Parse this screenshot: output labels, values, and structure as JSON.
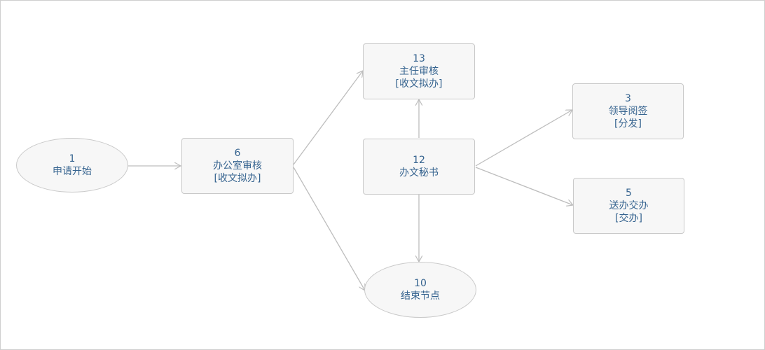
{
  "nodes": {
    "n1": {
      "id": "1",
      "name": "申请开始",
      "tag": ""
    },
    "n6": {
      "id": "6",
      "name": "办公室审核",
      "tag": "[收文拟办]"
    },
    "n13": {
      "id": "13",
      "name": "主任审核",
      "tag": "[收文拟办]"
    },
    "n12": {
      "id": "12",
      "name": "办文秘书",
      "tag": ""
    },
    "n3": {
      "id": "3",
      "name": "领导阅签",
      "tag": "[分发]"
    },
    "n5": {
      "id": "5",
      "name": "送办交办",
      "tag": "[交办]"
    },
    "n10": {
      "id": "10",
      "name": "结束节点",
      "tag": ""
    }
  },
  "edges": [
    {
      "from": "1",
      "to": "6"
    },
    {
      "from": "6",
      "to": "13"
    },
    {
      "from": "6",
      "to": "10"
    },
    {
      "from": "12",
      "to": "13"
    },
    {
      "from": "12",
      "to": "3"
    },
    {
      "from": "12",
      "to": "5"
    },
    {
      "from": "12",
      "to": "10"
    }
  ],
  "colors": {
    "node_fill": "#f7f7f7",
    "node_border": "#c9c9c9",
    "node_text": "#35638f",
    "edge": "#bdbdbd"
  }
}
